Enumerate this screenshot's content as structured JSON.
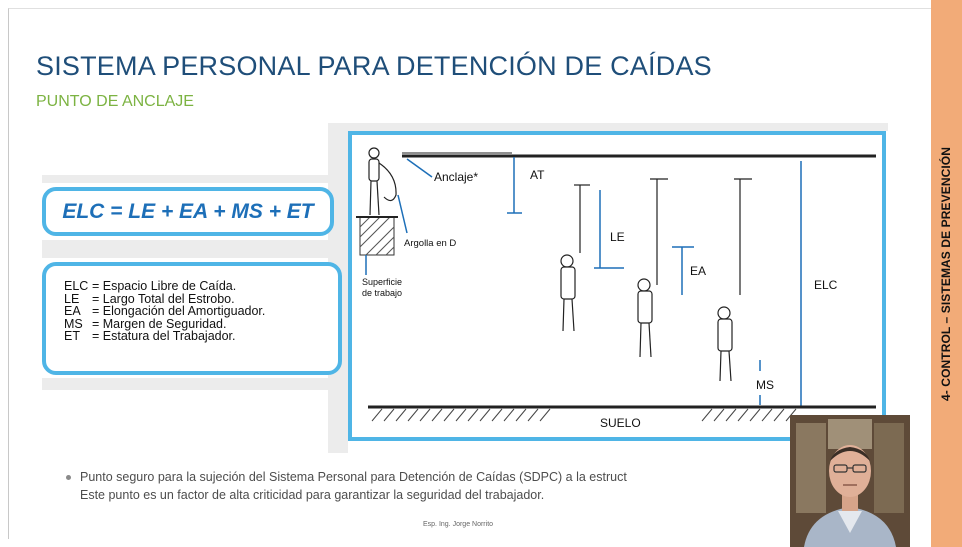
{
  "slide": {
    "title": "SISTEMA PERSONAL PARA DETENCIÓN DE CAÍDAS",
    "subtitle": "PUNTO DE ANCLAJE",
    "side_label": "4- CONTROL – SISTEMAS DE PREVENCIÓN",
    "equation": "ELC = LE + EA + MS + ET",
    "definitions": [
      {
        "abbr": "ELC",
        "text": "= Espacio Libre de Caída."
      },
      {
        "abbr": "LE",
        "text": "= Largo Total del Estrobo."
      },
      {
        "abbr": "EA",
        "text": "= Elongación del Amortiguador."
      },
      {
        "abbr": "MS",
        "text": "= Margen de Seguridad."
      },
      {
        "abbr": "ET",
        "text": "= Estatura del Trabajador."
      }
    ],
    "diagram": {
      "anclaje": "Anclaje*",
      "at": "AT",
      "argolla": "Argolla en D",
      "superficie_1": "Superficie",
      "superficie_2": "de trabajo",
      "le": "LE",
      "ea": "EA",
      "elc": "ELC",
      "ms": "MS",
      "suelo": "SUELO"
    },
    "bullet_line_1": "Punto seguro para la sujeción del Sistema Personal para Detención de Caídas (SDPC) a la estruct",
    "bullet_line_2": "Este punto es un factor de alta criticidad para garantizar la seguridad del trabajador.",
    "footer": "Esp. Ing. Jorge Norrito"
  },
  "colors": {
    "title": "#1f4e79",
    "subtitle": "#7cb342",
    "accent_blue": "#4fb5e6",
    "equation_text": "#1d6fb8",
    "side_bar": "#f2ab78"
  }
}
